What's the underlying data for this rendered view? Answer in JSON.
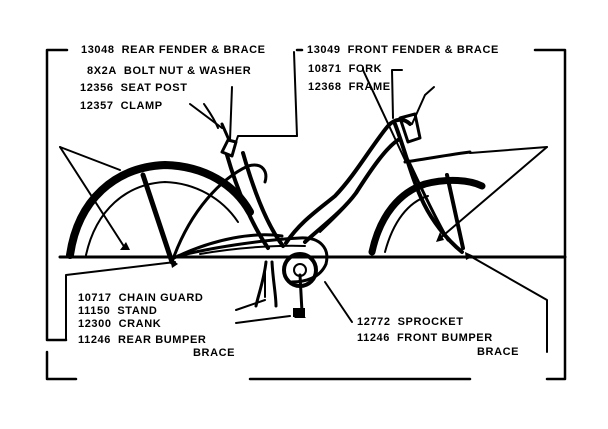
{
  "parts": [
    {
      "id": "rear-fender",
      "number": "13048",
      "name": "REAR FENDER & BRACE"
    },
    {
      "id": "bolt-nut",
      "number": "8X2A",
      "name": "BOLT NUT & WASHER"
    },
    {
      "id": "seat-post",
      "number": "12356",
      "name": "SEAT POST"
    },
    {
      "id": "clamp",
      "number": "12357",
      "name": "CLAMP"
    },
    {
      "id": "front-fender",
      "number": "13049",
      "name": "FRONT FENDER & BRACE"
    },
    {
      "id": "fork",
      "number": "10871",
      "name": "FORK"
    },
    {
      "id": "frame",
      "number": "12368",
      "name": "FRAME"
    },
    {
      "id": "chain-guard",
      "number": "10717",
      "name": "CHAIN GUARD"
    },
    {
      "id": "stand",
      "number": "11150",
      "name": "STAND"
    },
    {
      "id": "crank",
      "number": "12300",
      "name": "CRANK"
    },
    {
      "id": "rear-bumper",
      "number": "11246",
      "name": "REAR BUMPER",
      "name2": "BRACE"
    },
    {
      "id": "sprocket",
      "number": "12772",
      "name": "SPROCKET"
    },
    {
      "id": "front-bumper",
      "number": "11246",
      "name": "FRONT BUMPER",
      "name2": "BRACE"
    }
  ]
}
